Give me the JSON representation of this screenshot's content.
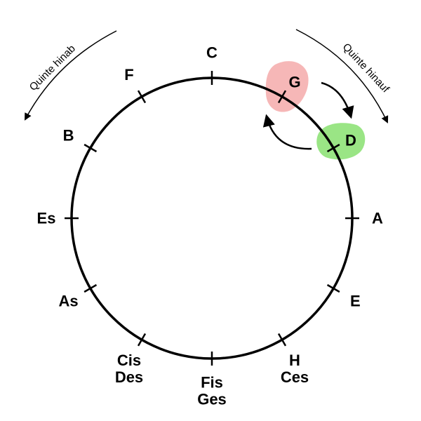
{
  "diagram": {
    "circle_color": "#000000",
    "notes": [
      {
        "label": "C",
        "angle": 0
      },
      {
        "label": "G",
        "angle": 30
      },
      {
        "label": "D",
        "angle": 60
      },
      {
        "label": "A",
        "angle": 90
      },
      {
        "label": "E",
        "angle": 120
      },
      {
        "label": "H",
        "label2": "Ces",
        "angle": 150
      },
      {
        "label": "Fis",
        "label2": "Ges",
        "angle": 180
      },
      {
        "label": "Cis",
        "label2": "Des",
        "angle": 210
      },
      {
        "label": "As",
        "angle": 240
      },
      {
        "label": "Es",
        "angle": 270
      },
      {
        "label": "B",
        "angle": 300
      },
      {
        "label": "F",
        "angle": 330
      }
    ],
    "highlights": [
      {
        "note": "G",
        "color": "#f4aaaa"
      },
      {
        "note": "D",
        "color": "#88e070"
      }
    ],
    "arc_left_label": "Quinte hinab",
    "arc_right_label": "Quinte hinauf"
  }
}
